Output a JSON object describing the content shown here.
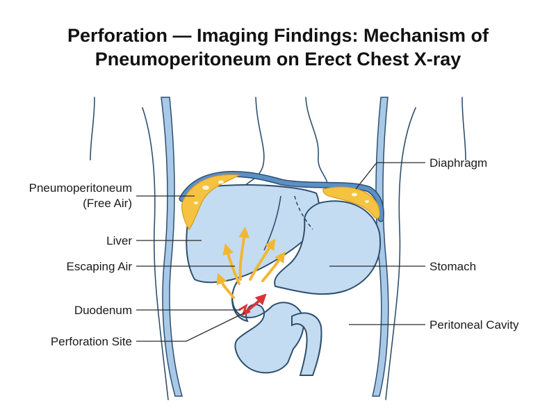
{
  "title": {
    "line1": "Perforation — Imaging Findings: Mechanism of",
    "line2": "Pneumoperitoneum on Erect Chest X-ray"
  },
  "labels": {
    "pneumoperitoneum_line1": "Pneumoperitoneum",
    "pneumoperitoneum_line2": "(Free Air)",
    "liver": "Liver",
    "escaping_air": "Escaping Air",
    "duodenum": "Duodenum",
    "perforation_site": "Perforation Site",
    "diaphragm": "Diaphragm",
    "stomach": "Stomach",
    "peritoneal_cavity": "Peritoneal Cavity"
  },
  "colors": {
    "organ_fill": "#c4dcf1",
    "outline": "#2e4f6e",
    "diaphragm_band": "#5b8fc7",
    "free_air": "#f5c341",
    "escaping_air_arrow": "#f2b732",
    "perforation_arrow": "#d8343a",
    "body_wall": "#a9c9e8"
  }
}
